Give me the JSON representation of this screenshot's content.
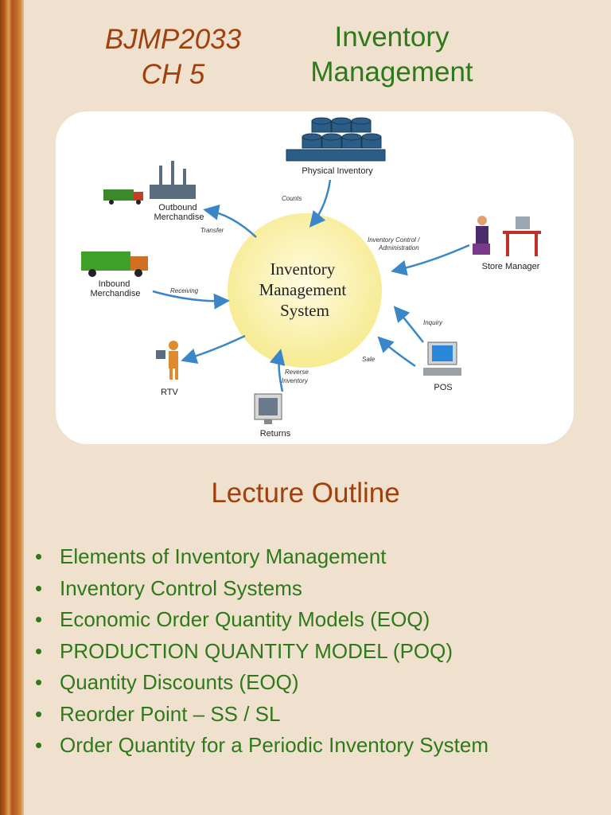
{
  "header": {
    "course_line1": "BJMP2033",
    "course_line2": "CH 5",
    "title_line1": "Inventory",
    "title_line2": "Management"
  },
  "diagram": {
    "center": [
      "Inventory",
      "Management",
      "System"
    ],
    "nodes": {
      "physical_inventory": "Physical Inventory",
      "outbound_line1": "Outbound",
      "outbound_line2": "Merchandise",
      "inbound_line1": "Inbound",
      "inbound_line2": "Merchandise",
      "store_manager": "Store Manager",
      "rtv": "RTV",
      "returns": "Returns",
      "pos": "POS"
    },
    "flows": {
      "counts": "Counts",
      "transfer": "Transfer",
      "inventory_control_line1": "Inventory Control /",
      "inventory_control_line2": "Administration",
      "receiving": "Receiving",
      "inquiry": "Inquiry",
      "sale": "Sale",
      "reverse_line1": "Reverse",
      "reverse_line2": "Inventory"
    }
  },
  "outline": {
    "heading": "Lecture Outline",
    "items": [
      "Elements of Inventory Management",
      "Inventory Control Systems",
      "Economic Order Quantity Models (EOQ)",
      "PRODUCTION QUANTITY MODEL (POQ)",
      "Quantity Discounts (EOQ)",
      "Reorder Point – SS / SL",
      "Order Quantity for a Periodic Inventory System"
    ]
  },
  "colors": {
    "background": "#efe1cd",
    "course_text": "#a0400c",
    "title_text": "#2e7a1a",
    "bullet_text": "#2e7a1a",
    "center_circle": "#fbf3b0"
  }
}
